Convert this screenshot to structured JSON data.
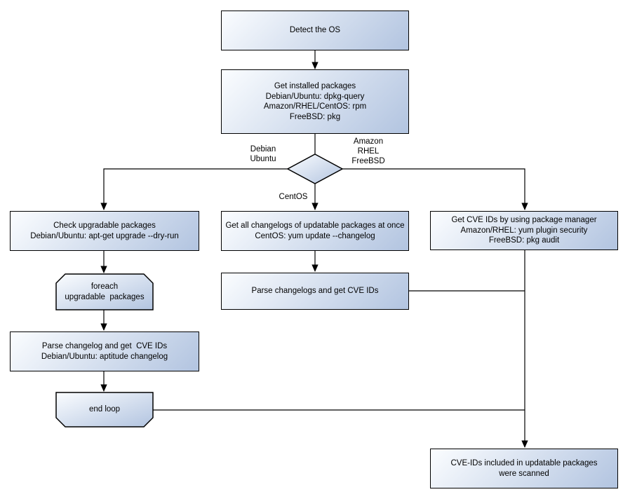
{
  "colors": {
    "node_fill_start": "#fbfdff",
    "node_fill_end": "#b2c4e0",
    "line": "#000000",
    "text": "#000000",
    "background": "#ffffff"
  },
  "nodes": {
    "detect_os": {
      "lines": [
        "Detect the OS"
      ]
    },
    "get_installed": {
      "lines": [
        "Get installed packages",
        "Debian/Ubuntu: dpkg-query",
        "Amazon/RHEL/CentOS: rpm",
        "FreeBSD: pkg"
      ]
    },
    "check_upgradable": {
      "lines": [
        "Check upgradable packages",
        "Debian/Ubuntu: apt-get upgrade --dry-run"
      ]
    },
    "get_changelogs": {
      "lines": [
        "Get all changelogs of updatable packages at once",
        "CentOS: yum update --changelog"
      ]
    },
    "get_cve_ids": {
      "lines": [
        "Get CVE IDs by using package manager",
        "Amazon/RHEL: yum plugin security",
        "FreeBSD: pkg audit"
      ]
    },
    "foreach": {
      "lines": [
        "foreach",
        "upgradable  packages"
      ]
    },
    "parse_changelogs": {
      "lines": [
        "Parse changelogs and get CVE IDs"
      ]
    },
    "parse_changelog": {
      "lines": [
        "Parse changelog and get  CVE IDs",
        "Debian/Ubuntu: aptitude changelog"
      ]
    },
    "end_loop": {
      "lines": [
        "end loop"
      ]
    },
    "scanned": {
      "lines": [
        "CVE-IDs included in updatable packages",
        "were scanned"
      ]
    }
  },
  "edge_labels": {
    "debian": [
      "Debian",
      "Ubuntu"
    ],
    "amazon": [
      "Amazon",
      "RHEL",
      "FreeBSD"
    ],
    "centos": [
      "CentOS"
    ]
  }
}
